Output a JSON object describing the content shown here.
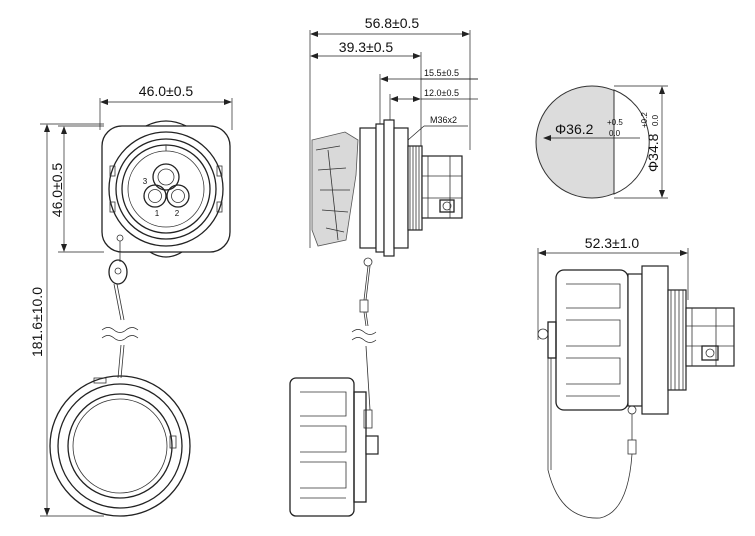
{
  "front_view": {
    "width_dim": "46.0±0.5",
    "height_dim": "46.0±0.5",
    "total_length_dim": "181.6±10.0",
    "pin_labels": [
      "3",
      "1",
      "2"
    ]
  },
  "side_view": {
    "overall_dim": "56.8±0.5",
    "body_dim": "39.3±0.5",
    "thread_length_dim": "15.5±0.5",
    "panel_dim": "12.0±0.5",
    "thread_spec": "M36x2"
  },
  "panel_cutout": {
    "diameter_main": "Φ36.2",
    "diameter_main_tol_upper": "+0.5",
    "diameter_main_tol_lower": "0.0",
    "flat_dim": "Φ34.8",
    "flat_tol_upper": "+0.2",
    "flat_tol_lower": "0.0"
  },
  "mounted_view": {
    "length_dim": "52.3±1.0"
  }
}
